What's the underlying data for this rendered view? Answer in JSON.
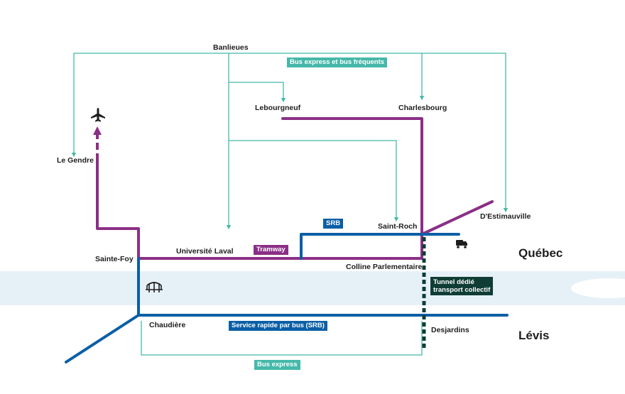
{
  "colors": {
    "bus_express": "#45b8a9",
    "tramway": "#8b2f86",
    "srb": "#0b5fa5",
    "tunnel": "#0f3d36",
    "river": "#e6f1f7"
  },
  "icons": {
    "airport": "airplane-icon",
    "bridge": "bridge-icon",
    "vehicle": "truck-icon"
  },
  "places": {
    "banlieues": "Banlieues",
    "lebourgneuf": "Lebourgneuf",
    "charlesbourg": "Charlesbourg",
    "le_gendre": "Le Gendre",
    "saint_roch": "Saint-Roch",
    "estimauville": "D'Estimauville",
    "universite_laval": "Université Laval",
    "sainte_foy": "Sainte-Foy",
    "colline": "Colline Parlementaire",
    "chaudiere": "Chaudière",
    "desjardins": "Desjardins"
  },
  "cities": {
    "quebec": "Québec",
    "levis": "Lévis"
  },
  "legend_tags": {
    "bus_express_frequent": "Bus express et bus fréquents",
    "srb_short": "SRB",
    "tramway": "Tramway",
    "tunnel_line1": "Tunnel dédié",
    "tunnel_line2": "transport collectif",
    "srb_long": "Service rapide par bus (SRB)",
    "bus_express": "Bus express"
  }
}
